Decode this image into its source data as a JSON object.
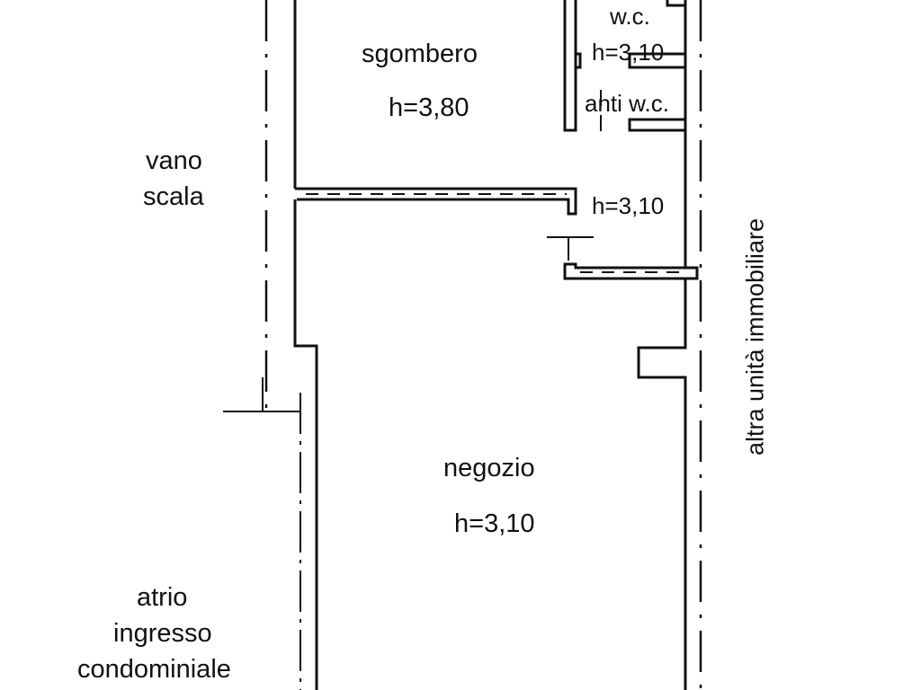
{
  "rooms": {
    "sgombero": {
      "name": "sgombero",
      "height": "h=3,80"
    },
    "wc": {
      "name": "w.c.",
      "height": "h=3,10"
    },
    "anti_wc": {
      "name": "anti w.c."
    },
    "corridor": {
      "height": "h=3,10"
    },
    "negozio": {
      "name": "negozio",
      "height": "h=3,10"
    }
  },
  "surroundings": {
    "stairwell_line1": "vano",
    "stairwell_line2": "scala",
    "atrium_line1": "atrio",
    "atrium_line2": "ingresso",
    "atrium_line3": "condominiale",
    "adjacent_unit": "altra unità immobiliare"
  },
  "colors": {
    "line": "#111111",
    "background": "#ffffff"
  }
}
